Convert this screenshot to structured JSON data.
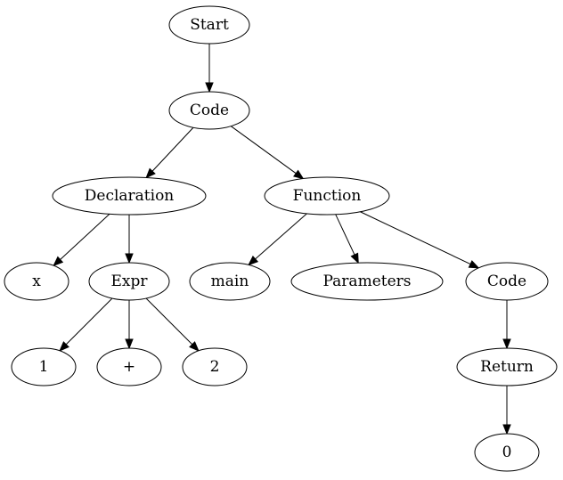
{
  "nodes": {
    "start": "Start",
    "code": "Code",
    "declaration": "Declaration",
    "function": "Function",
    "x": "x",
    "expr": "Expr",
    "main": "main",
    "parameters": "Parameters",
    "code_inner": "Code",
    "one": "1",
    "plus": "+",
    "two": "2",
    "return": "Return",
    "zero": "0"
  },
  "edges": [
    [
      "start",
      "code"
    ],
    [
      "code",
      "declaration"
    ],
    [
      "code",
      "function"
    ],
    [
      "declaration",
      "x"
    ],
    [
      "declaration",
      "expr"
    ],
    [
      "function",
      "main"
    ],
    [
      "function",
      "parameters"
    ],
    [
      "function",
      "code_inner"
    ],
    [
      "expr",
      "one"
    ],
    [
      "expr",
      "plus"
    ],
    [
      "expr",
      "two"
    ],
    [
      "code_inner",
      "return"
    ],
    [
      "return",
      "zero"
    ]
  ]
}
